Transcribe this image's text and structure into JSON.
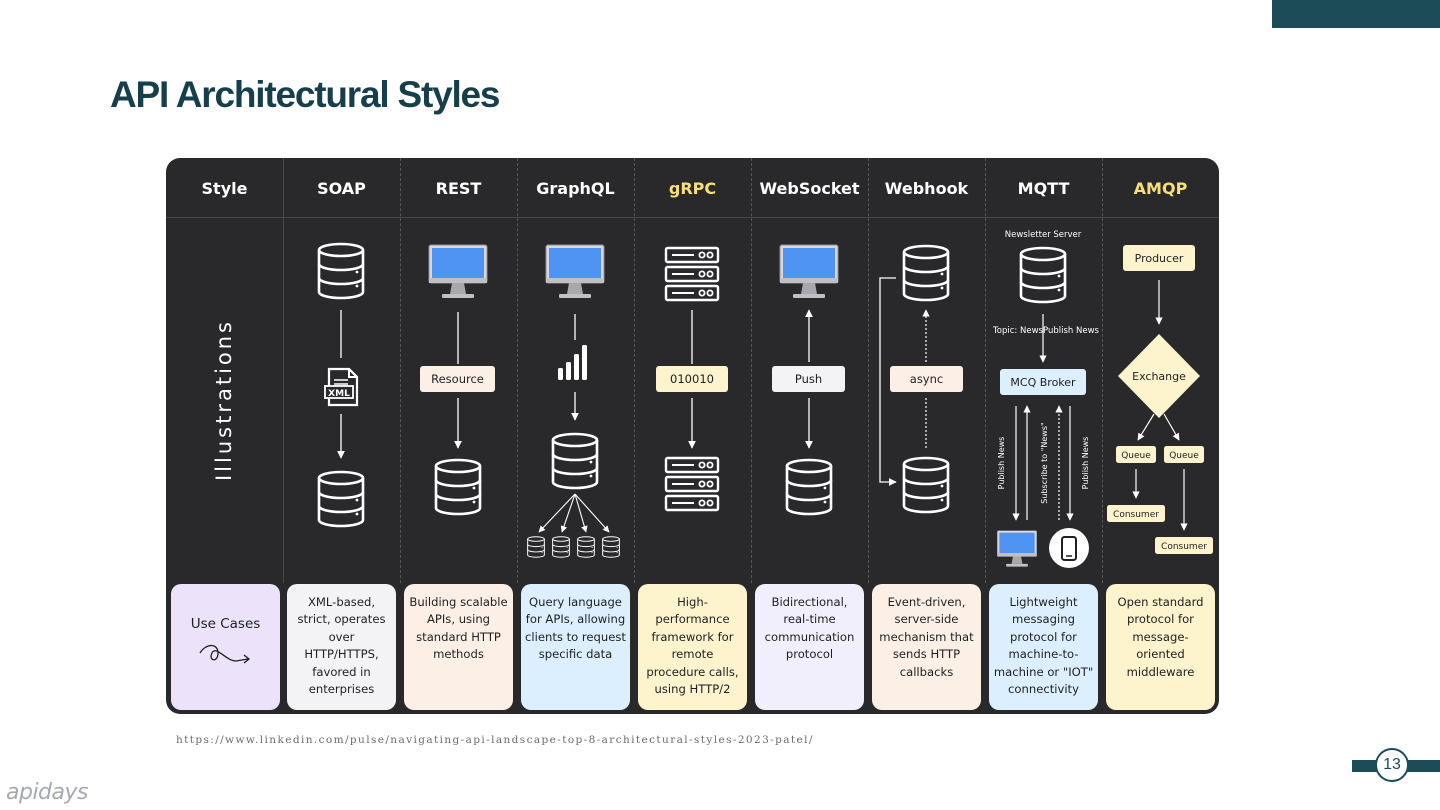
{
  "slide": {
    "title": "API Architectural Styles",
    "source_url": "https://www.linkedin.com/pulse/navigating-api-landscape-top-8-architectural-styles-2023-patel/",
    "page_number": "13",
    "logo_text": "apidays",
    "accent_color": "#1b4c58"
  },
  "table": {
    "style_header": "Style",
    "illustrations_label": "Illustrations",
    "use_cases_label": "Use Cases",
    "columns": [
      {
        "name": "SOAP",
        "highlight": false,
        "use_case": "XML-based, strict, operates over HTTP/HTTPS, favored in enterprises"
      },
      {
        "name": "REST",
        "highlight": false,
        "use_case": "Building scalable APIs, using standard HTTP methods"
      },
      {
        "name": "GraphQL",
        "highlight": false,
        "use_case": "Query language for APIs, allowing clients to request specific data"
      },
      {
        "name": "gRPC",
        "highlight": true,
        "use_case": "High-performance framework for remote procedure calls, using HTTP/2"
      },
      {
        "name": "WebSocket",
        "highlight": false,
        "use_case": "Bidirectional, real-time communication protocol"
      },
      {
        "name": "Webhook",
        "highlight": false,
        "use_case": "Event-driven, server-side mechanism that sends HTTP callbacks"
      },
      {
        "name": "MQTT",
        "highlight": false,
        "use_case": "Lightweight messaging protocol for machine-to-machine or \"IOT\" connectivity"
      },
      {
        "name": "AMQP",
        "highlight": true,
        "use_case": "Open standard protocol for message-oriented middleware"
      }
    ]
  },
  "illustrations": {
    "soap_file": "XML",
    "rest_node": "Resource",
    "grpc_node": "010010",
    "websocket_node": "Push",
    "webhook_node": "async",
    "mqtt": {
      "server": "Newsletter Server",
      "topic": "Topic: News",
      "publish": "Publish News",
      "broker": "MCQ Broker",
      "publish_left": "Publish News",
      "subscribe": "Subscribe to \"News\"",
      "publish_right": "Publish News"
    },
    "amqp": {
      "producer": "Producer",
      "exchange": "Exchange",
      "queue_1": "Queue",
      "queue_2": "Queue",
      "consumer_1": "Consumer",
      "consumer_2": "Consumer"
    }
  },
  "colors": {
    "panel": "#29292c",
    "highlight_text": "#f7df7a",
    "monitor_screen": "#4f94f2"
  }
}
